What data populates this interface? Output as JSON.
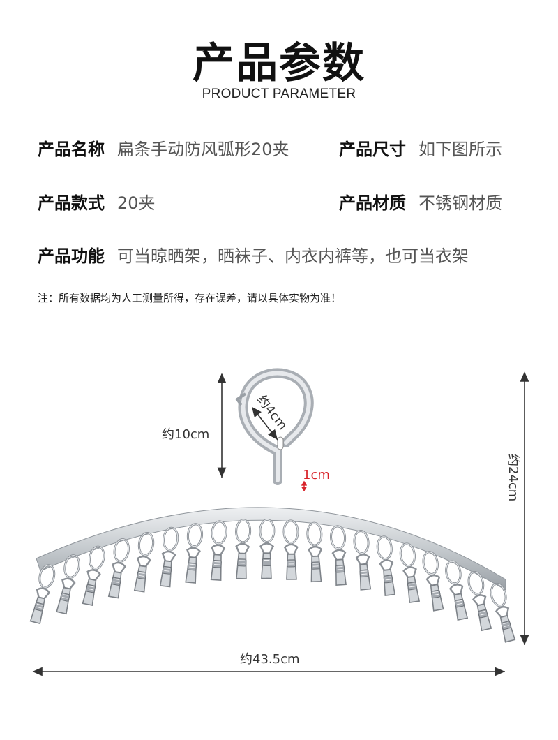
{
  "header": {
    "title": "产品参数",
    "subtitle": "PRODUCT PARAMETER"
  },
  "params": {
    "name_label": "产品名称",
    "name_value": "扁条手动防风弧形20夹",
    "size_label": "产品尺寸",
    "size_value": "如下图所示",
    "style_label": "产品款式",
    "style_value": "20夹",
    "material_label": "产品材质",
    "material_value": "不锈钢材质",
    "function_label": "产品功能",
    "function_value": "可当晾晒架，晒袜子、内衣内裤等，也可当衣架"
  },
  "note": "注：所有数据均为人工测量所得，存在误差，请以具体实物为准！",
  "dimensions": {
    "hook_height": "约10cm",
    "hook_diameter": "约4cm",
    "bar_thickness": "1cm",
    "total_height": "约24cm",
    "total_width": "约43.5cm"
  },
  "colors": {
    "accent_red": "#d8232a",
    "steel": "#b9bec4",
    "dim_line": "#333333"
  }
}
